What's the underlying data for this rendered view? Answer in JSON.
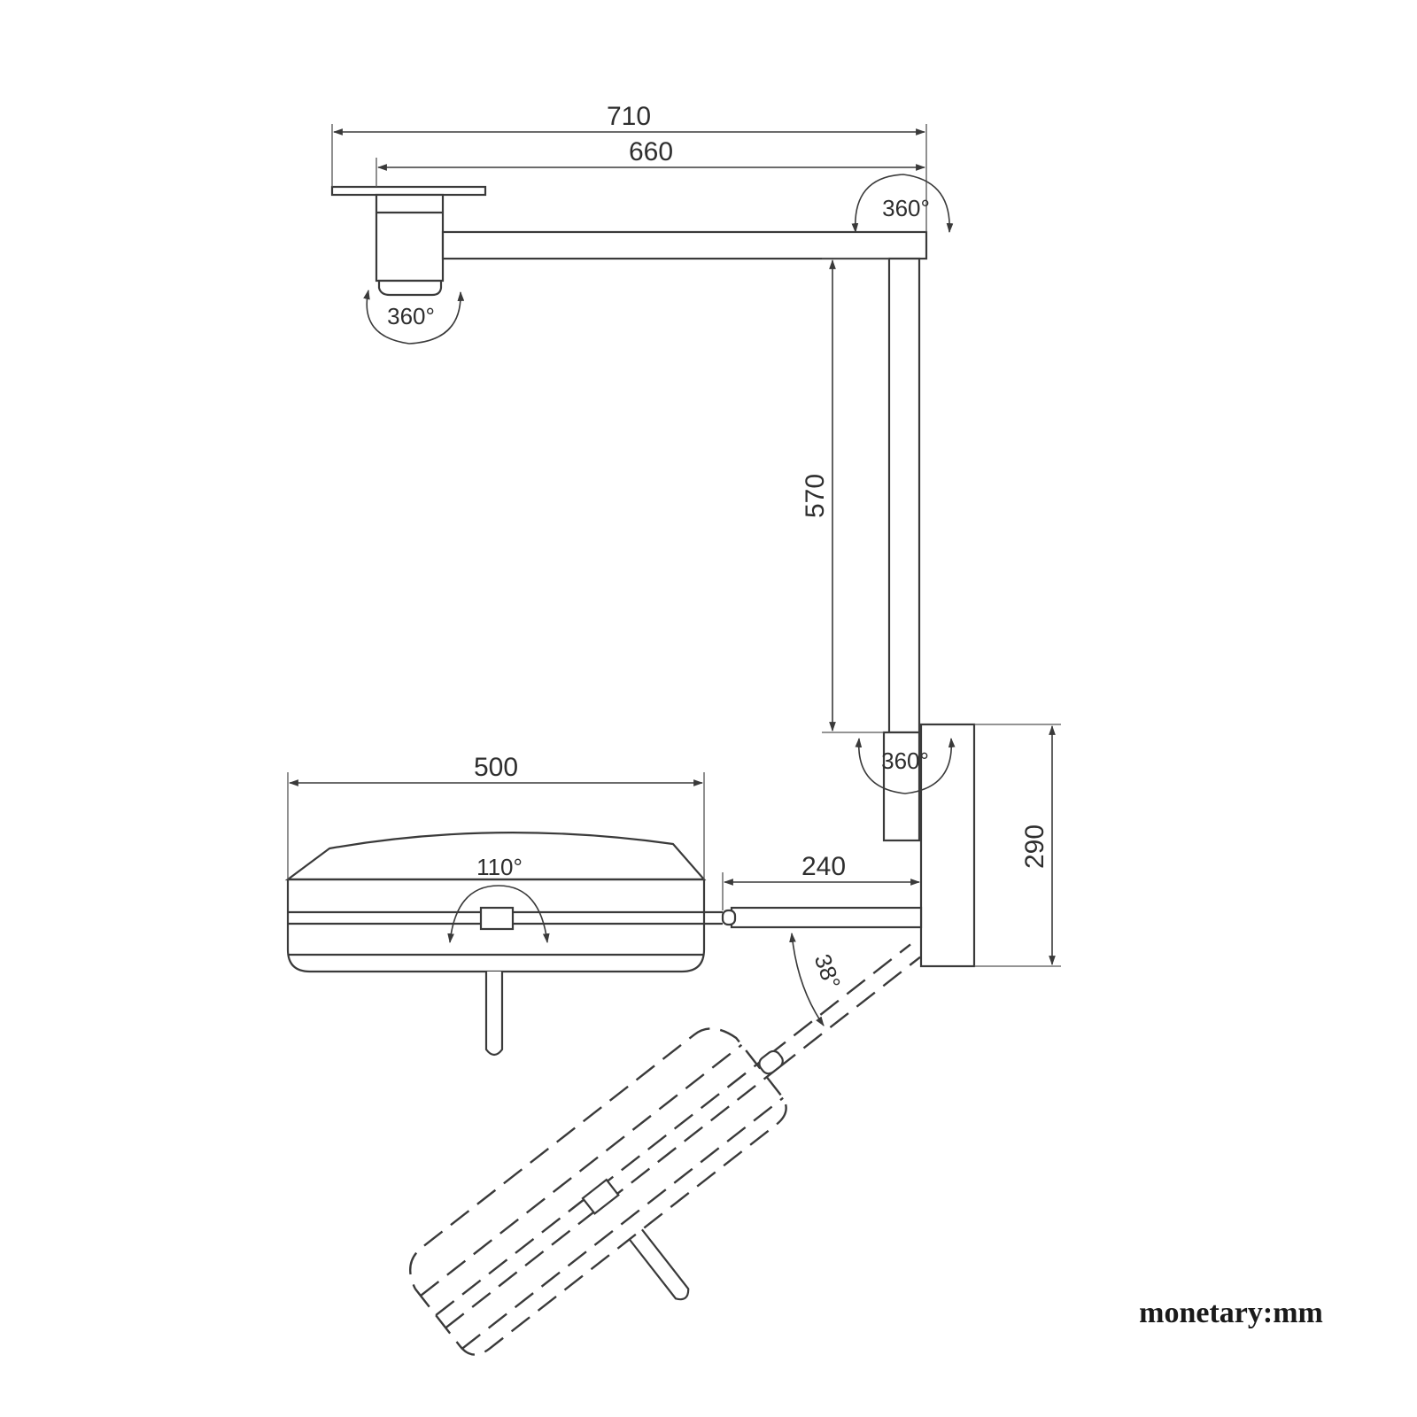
{
  "dimensions": {
    "overall_arm_length": "710",
    "horizontal_arm_length": "660",
    "vertical_arm_length": "570",
    "lamp_head_width": "500",
    "yoke_arm_length": "240",
    "yoke_housing_height": "290"
  },
  "angles": {
    "ceiling_rotation": "360°",
    "elbow_rotation": "360°",
    "spring_arm_rotation": "360°",
    "head_rotation": "110°",
    "tilt": "38°"
  },
  "unit_label": "monetary:mm"
}
